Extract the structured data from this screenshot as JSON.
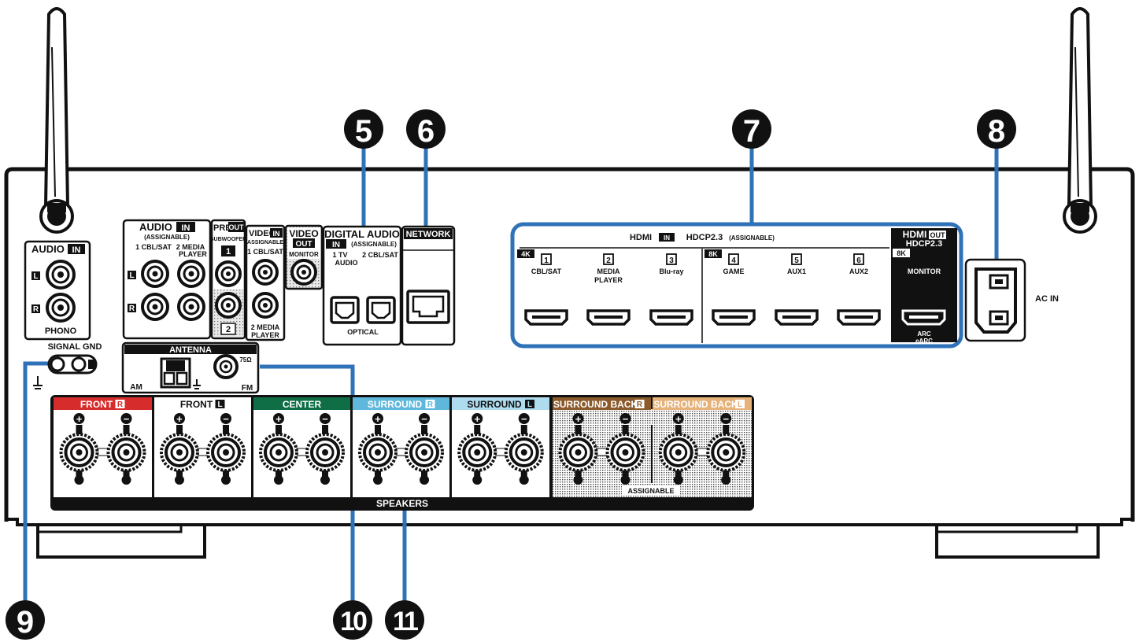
{
  "colors": {
    "callout_line": "#2f72b8",
    "front_r": "#d62c2c",
    "center": "#0f6e46",
    "surround_r": "#5fb8dc",
    "surround_l": "#aedcee",
    "surround_back_r": "#8a5a2b",
    "surround_back_l": "#e6b27a"
  },
  "callouts": [
    "5",
    "6",
    "7",
    "8",
    "9",
    "10",
    "11"
  ],
  "phono": {
    "header": "AUDIO",
    "in_badge": "IN",
    "channel_l": "L",
    "channel_r": "R",
    "label": "PHONO",
    "ground_label": "SIGNAL GND"
  },
  "audio_in": {
    "header": "AUDIO",
    "in_badge": "IN",
    "sub": "(ASSIGNABLE)",
    "col1": "1 CBL/SAT",
    "col2_a": "2  MEDIA",
    "col2_b": "PLAYER",
    "channel_l": "L",
    "channel_r": "R"
  },
  "preout": {
    "header_a": "PRE",
    "header_b": "OUT",
    "sub": "SUBWOOFER",
    "ch1": "1",
    "ch2": "2"
  },
  "video_in": {
    "header": "VIDEO",
    "in_badge": "IN",
    "sub": "(ASSIGNABLE)",
    "input1": "1 CBL/SAT",
    "input2_a": "2 MEDIA",
    "input2_b": "PLAYER"
  },
  "video_out": {
    "header": "VIDEO",
    "out_badge": "OUT",
    "sub": "MONITOR"
  },
  "digital_audio": {
    "header": "DIGITAL AUDIO",
    "in_badge": "IN",
    "sub": "(ASSIGNABLE)",
    "input1_a": "1   TV",
    "input1_b": "AUDIO",
    "input2": "2 CBL/SAT",
    "label": "OPTICAL"
  },
  "network": {
    "header": "NETWORK"
  },
  "hdmi": {
    "header": "HDMI",
    "in_badge": "IN",
    "hdcp": "HDCP2.3",
    "assignable": "(ASSIGNABLE)",
    "badge_4k": "4K",
    "badge_8k": "8K",
    "inputs": [
      {
        "num": "1",
        "label": "CBL/SAT"
      },
      {
        "num": "2",
        "label": "MEDIA",
        "label2": "PLAYER"
      },
      {
        "num": "3",
        "label": "Blu-ray"
      },
      {
        "num": "4",
        "label": "GAME"
      },
      {
        "num": "5",
        "label": "AUX1"
      },
      {
        "num": "6",
        "label": "AUX2"
      }
    ],
    "out_header": "HDMI",
    "out_badge": "OUT",
    "out_hdcp": "HDCP2.3",
    "out_8k": "8K",
    "monitor": "MONITOR",
    "arc": "ARC",
    "earc": "eARC"
  },
  "ac_in": {
    "label": "AC IN"
  },
  "antenna": {
    "header": "ANTENNA",
    "am": "AM",
    "fm": "FM",
    "ohm": "75Ω"
  },
  "speakers": {
    "label": "SPEAKERS",
    "assignable": "ASSIGNABLE",
    "channels": [
      {
        "label": "FRONT",
        "badge": "R"
      },
      {
        "label": "FRONT",
        "badge": "L"
      },
      {
        "label": "CENTER",
        "badge": ""
      },
      {
        "label": "SURROUND",
        "badge": "R"
      },
      {
        "label": "SURROUND",
        "badge": "L"
      },
      {
        "label": "SURROUND BACK",
        "badge": "R"
      },
      {
        "label": "SURROUND BACK",
        "badge": "L"
      }
    ],
    "plus": "+",
    "minus": "−"
  }
}
